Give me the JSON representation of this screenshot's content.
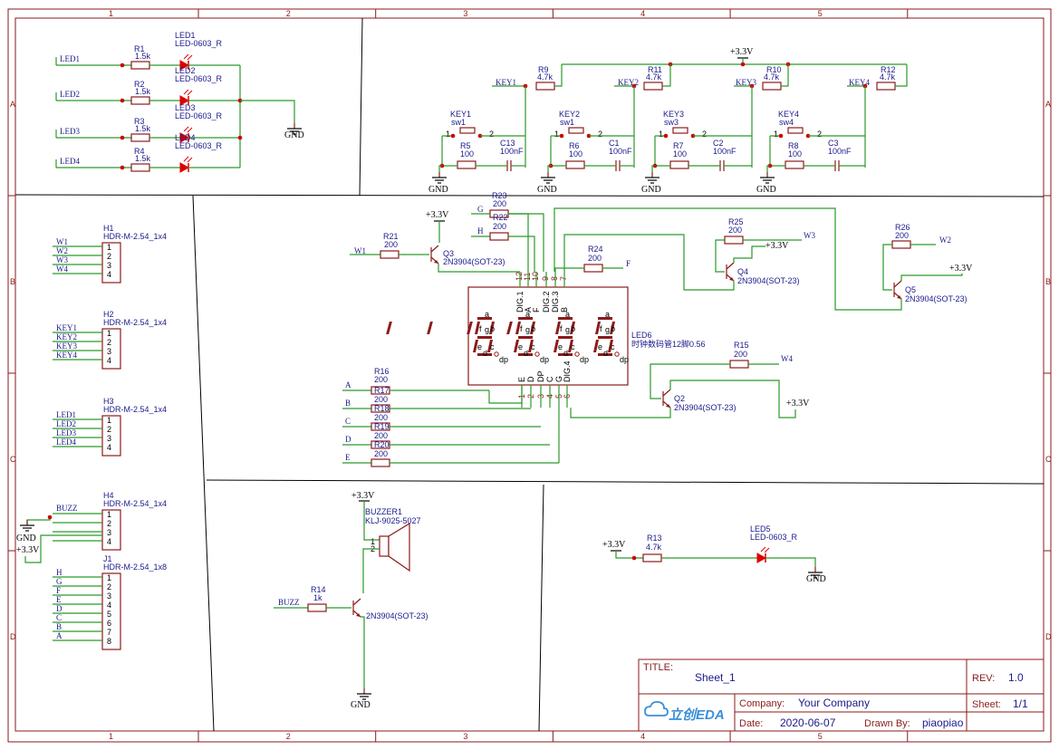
{
  "grid": {
    "columns": [
      "1",
      "2",
      "3",
      "4",
      "5"
    ],
    "rows": [
      "A",
      "B",
      "C",
      "D"
    ]
  },
  "power": {
    "vcc": "+3.3V",
    "gnd": "GND"
  },
  "leds_section": {
    "rows": [
      {
        "net": "LED1",
        "res": "R1",
        "res_val": "1.5k",
        "led": "LED1",
        "led_val": "LED-0603_R"
      },
      {
        "net": "LED2",
        "res": "R2",
        "res_val": "1.5k",
        "led": "LED2",
        "led_val": "LED-0603_R"
      },
      {
        "net": "LED3",
        "res": "R3",
        "res_val": "1.5k",
        "led": "LED3",
        "led_val": "LED-0603_R"
      },
      {
        "net": "LED4",
        "res": "R4",
        "res_val": "1.5k",
        "led": "LED4",
        "led_val": "LED-0603_R"
      }
    ]
  },
  "keys_section": {
    "groups": [
      {
        "net": "KEY1",
        "pullup": "R9",
        "pullup_val": "4.7k",
        "key": "KEY1",
        "key_val": "sw1",
        "res": "R5",
        "res_val": "100",
        "cap": "C13",
        "cap_val": "100nF"
      },
      {
        "net": "KEY2",
        "pullup": "R11",
        "pullup_val": "4.7k",
        "key": "KEY2",
        "key_val": "sw1",
        "res": "R6",
        "res_val": "100",
        "cap": "C1",
        "cap_val": "100nF"
      },
      {
        "net": "KEY3",
        "pullup": "R10",
        "pullup_val": "4.7k",
        "key": "KEY3",
        "key_val": "sw3",
        "res": "R7",
        "res_val": "100",
        "cap": "C2",
        "cap_val": "100nF"
      },
      {
        "net": "KEY4",
        "pullup": "R12",
        "pullup_val": "4.7k",
        "key": "KEY4",
        "key_val": "sw4",
        "res": "R8",
        "res_val": "100",
        "cap": "C3",
        "cap_val": "100nF"
      }
    ],
    "pin1": "1",
    "pin2": "2"
  },
  "headers": [
    {
      "ref": "H1",
      "value": "HDR-M-2.54_1x4",
      "nets": [
        "W1",
        "W2",
        "W3",
        "W4"
      ],
      "pins": [
        "1",
        "2",
        "3",
        "4"
      ]
    },
    {
      "ref": "H2",
      "value": "HDR-M-2.54_1x4",
      "nets": [
        "KEY1",
        "KEY2",
        "KEY3",
        "KEY4"
      ],
      "pins": [
        "1",
        "2",
        "3",
        "4"
      ]
    },
    {
      "ref": "H3",
      "value": "HDR-M-2.54_1x4",
      "nets": [
        "LED1",
        "LED2",
        "LED3",
        "LED4"
      ],
      "pins": [
        "1",
        "2",
        "3",
        "4"
      ]
    },
    {
      "ref": "H4",
      "value": "HDR-M-2.54_1x4",
      "nets": [
        "BUZZ"
      ],
      "pins": [
        "1",
        "2",
        "3",
        "4"
      ]
    },
    {
      "ref": "J1",
      "value": "HDR-M-2.54_1x8",
      "nets": [
        "H",
        "G",
        "F",
        "E",
        "D",
        "C",
        "B",
        "A"
      ],
      "pins": [
        "1",
        "2",
        "3",
        "4",
        "5",
        "6",
        "7",
        "8"
      ]
    }
  ],
  "display": {
    "ref": "LED6",
    "value": "时钟数码管12脚0.56",
    "top_pins": [
      "12",
      "11",
      "10",
      "9",
      "8",
      "7"
    ],
    "bottom_pins": [
      "1",
      "2",
      "3",
      "4",
      "5",
      "6"
    ],
    "top_labels": [
      "DIG.1",
      "A",
      "F",
      "DIG.2",
      "DIG.3",
      "B"
    ],
    "bottom_labels": [
      "E",
      "D",
      "DP",
      "C",
      "G",
      "DIG.4"
    ],
    "seg_labels": [
      "a",
      "f",
      "g",
      "b",
      "e",
      "c",
      "d",
      "dp"
    ]
  },
  "segment_resistors": [
    {
      "net": "G",
      "ref": "R23",
      "val": "200"
    },
    {
      "net": "H",
      "ref": "R22",
      "val": "200"
    },
    {
      "net": "F",
      "ref": "R24",
      "val": "200"
    },
    {
      "net": "A",
      "ref": "R16",
      "val": "200",
      "ref2": "R17"
    },
    {
      "net": "B",
      "ref": "R18",
      "val": "200"
    },
    {
      "net": "C",
      "ref": "R19",
      "val": "200"
    },
    {
      "net": "D",
      "ref": "R20",
      "val": "200"
    },
    {
      "net": "E",
      "ref": "",
      "val": "200"
    }
  ],
  "digit_drivers": [
    {
      "q": "Q3",
      "q_val": "2N3904(SOT-23)",
      "res": "R21",
      "res_val": "200",
      "net": "W1"
    },
    {
      "q": "Q4",
      "q_val": "2N3904(SOT-23)",
      "res": "R25",
      "res_val": "200",
      "net": "W3"
    },
    {
      "q": "Q5",
      "q_val": "2N3904(SOT-23)",
      "res": "R26",
      "res_val": "200",
      "net": "W2"
    },
    {
      "q": "Q2",
      "q_val": "2N3904(SOT-23)",
      "res": "R15",
      "res_val": "200",
      "net": "W4"
    }
  ],
  "buzzer": {
    "ref": "BUZZER1",
    "value": "KLJ-9025-5027",
    "res": "R14",
    "res_val": "1k",
    "net": "BUZZ",
    "q_val": "2N3904(SOT-23)",
    "pin1": "1",
    "pin2": "2",
    "plus": "+"
  },
  "power_led": {
    "res": "R13",
    "res_val": "4.7k",
    "led": "LED5",
    "led_val": "LED-0603_R"
  },
  "title_block": {
    "title_label": "TITLE:",
    "title": "Sheet_1",
    "rev_label": "REV:",
    "rev": "1.0",
    "company_label": "Company:",
    "company": "Your Company",
    "sheet_label": "Sheet:",
    "sheet": "1/1",
    "date_label": "Date:",
    "date": "2020-06-07",
    "drawn_label": "Drawn By:",
    "drawn_by": "piaopiao",
    "logo_text": "立创EDA"
  }
}
